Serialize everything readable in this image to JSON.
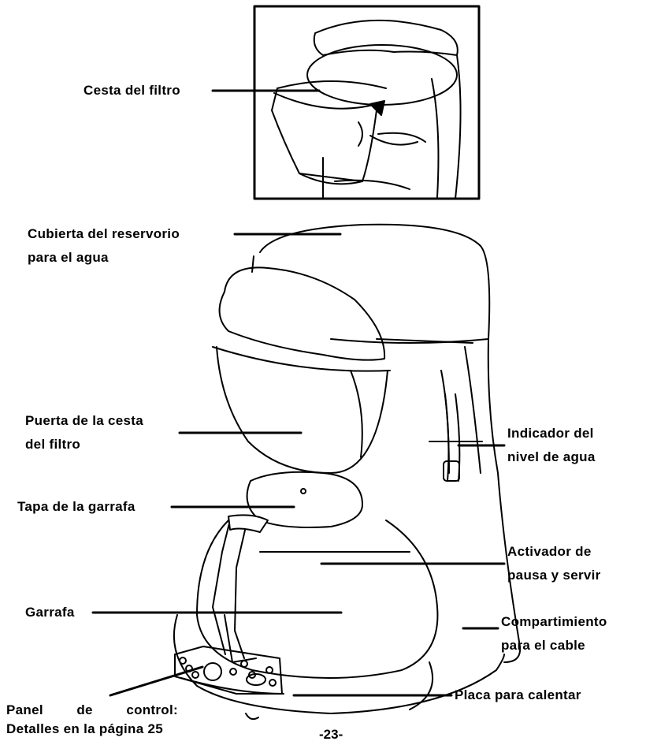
{
  "labels": {
    "filter_basket": "Cesta del filtro",
    "reservoir_cover_line1": "Cubierta del reservorio",
    "reservoir_cover_line2": "para el agua",
    "basket_door_line1": "Puerta de la cesta",
    "basket_door_line2": "del filtro",
    "carafe_lid": "Tapa de la garrafa",
    "carafe": "Garrafa",
    "water_level_line1": "Indicador del",
    "water_level_line2": "nivel de agua",
    "pause_serve_line1": "Activador de",
    "pause_serve_line2": "pausa y servir",
    "cord_storage_line1": "Compartimiento",
    "cord_storage_line2": "para el cable",
    "warming_plate": "Placa para calentar",
    "control_panel_word1": "Panel",
    "control_panel_word2": "de",
    "control_panel_word3": "control:",
    "control_panel_line2": "Detalles en la página 25"
  },
  "page_number": "-23-"
}
